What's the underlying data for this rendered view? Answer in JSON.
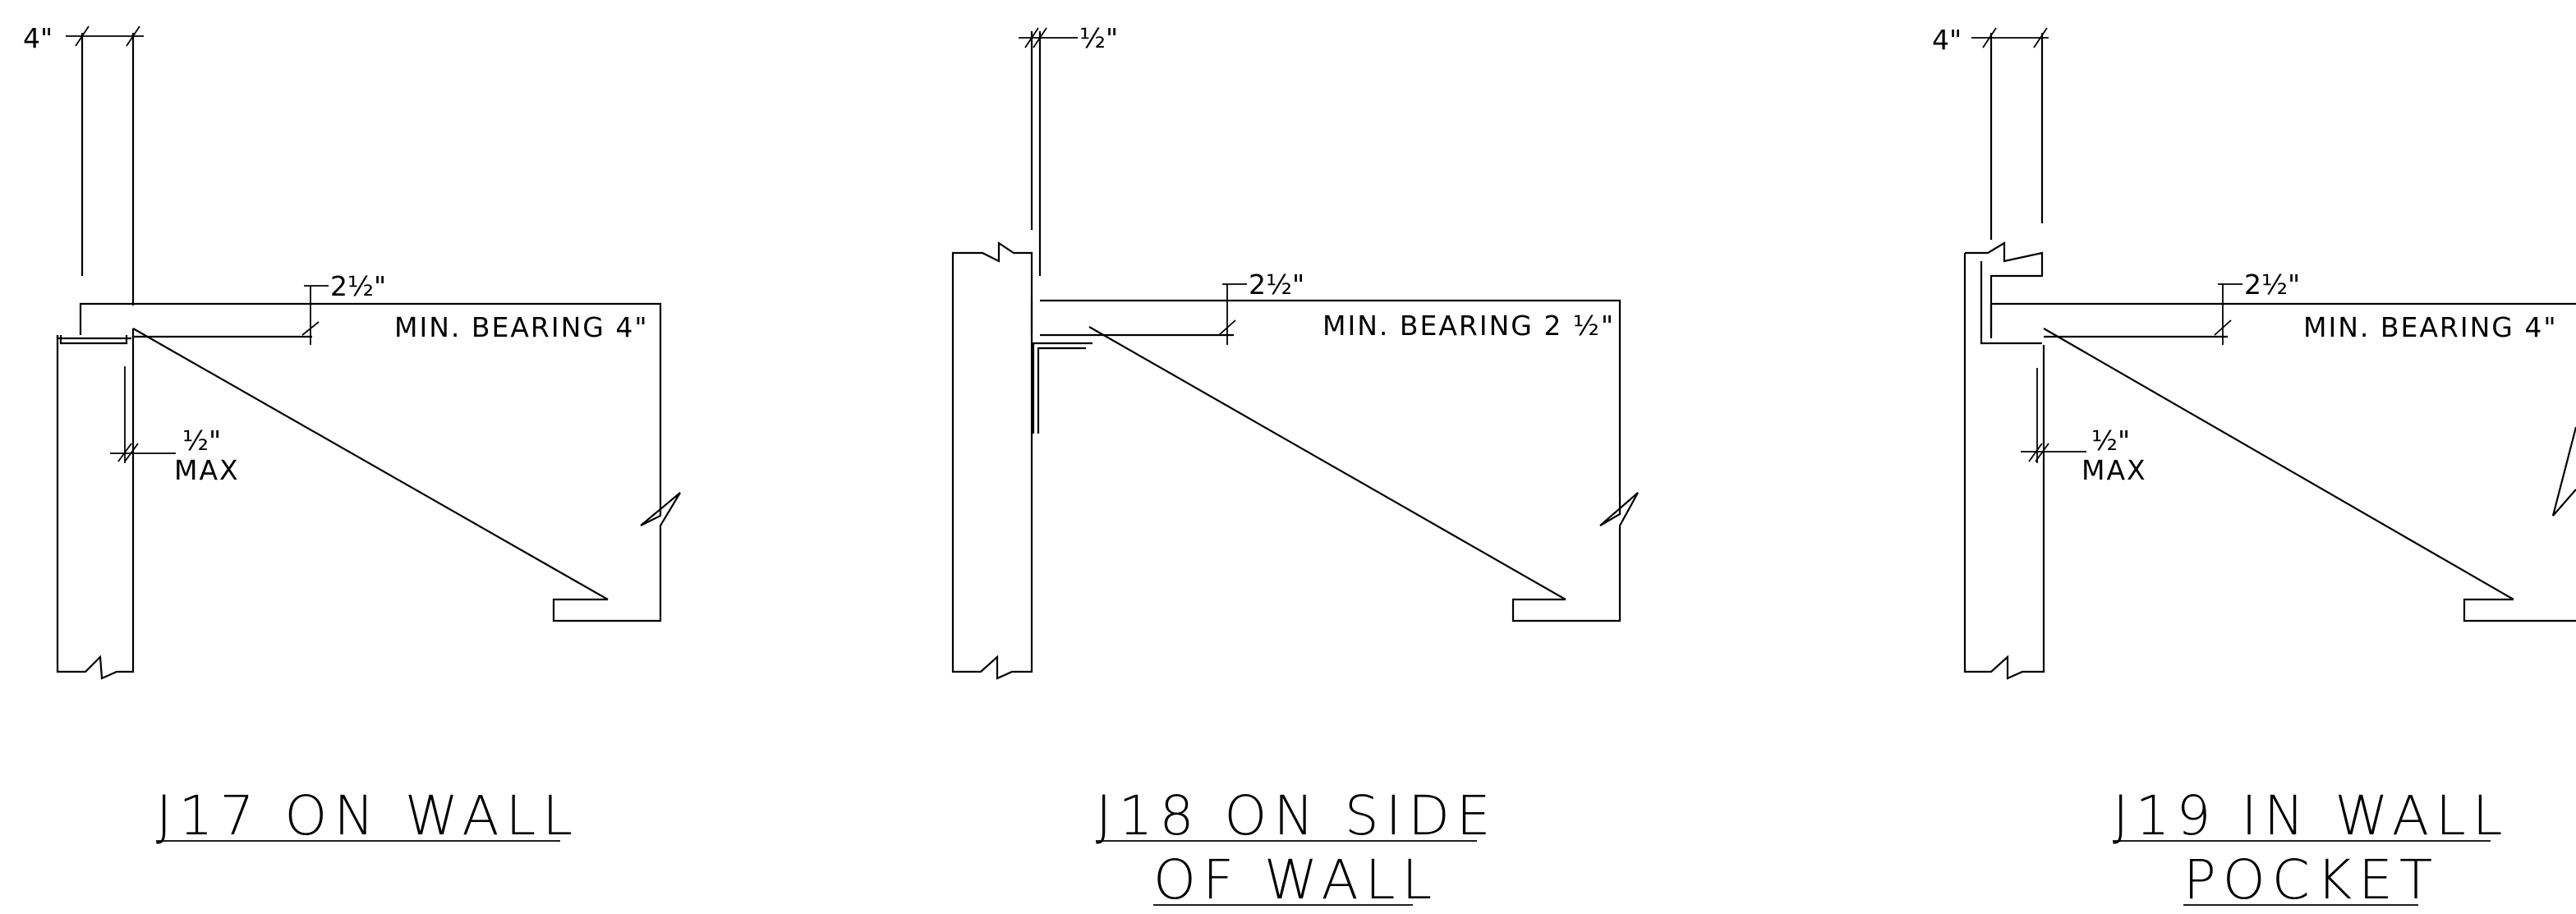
{
  "details": [
    {
      "id": "j17",
      "title_lines": [
        "J17 ON WALL"
      ],
      "bearing_label": "MIN. BEARING 4\"",
      "seat_dim": "2½\"",
      "wall_dim": "4\"",
      "gap_dim": "½\"",
      "gap_note": "MAX"
    },
    {
      "id": "j18",
      "title_lines": [
        "J18 ON SIDE",
        "OF WALL"
      ],
      "bearing_label": "MIN. BEARING 2 ½\"",
      "seat_dim": "2½\"",
      "wall_dim": "½\""
    },
    {
      "id": "j19",
      "title_lines": [
        "J19 IN WALL",
        "POCKET"
      ],
      "bearing_label": "MIN. BEARING 4\"",
      "seat_dim": "2½\"",
      "wall_dim": "4\"",
      "gap_dim": "½\"",
      "gap_note": "MAX"
    }
  ]
}
